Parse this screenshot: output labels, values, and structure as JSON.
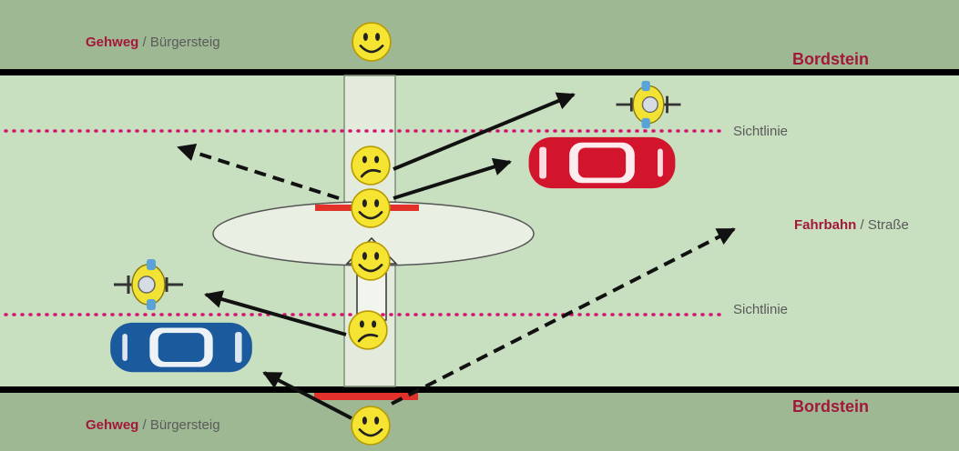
{
  "labels": {
    "sidewalk_top_strong": "Gehweg",
    "sidewalk_top_rest": " / Bürgersteig",
    "sidewalk_bottom_strong": "Gehweg",
    "sidewalk_bottom_rest": " / Bürgersteig",
    "curb_top": "Bordstein",
    "curb_bottom": "Bordstein",
    "road_strong": "Fahrbahn",
    "road_rest": " / Straße",
    "sightline_top": "Sichtlinie",
    "sightline_bottom": "Sichtlinie"
  },
  "colors": {
    "sidewalk": "#9fb894",
    "road": "#c8dfc0",
    "curb_line": "#000000",
    "sightline": "#d4156f",
    "stop_mark": "#e2302a",
    "car_red": "#d2152c",
    "car_blue": "#1b5a9c",
    "smiley": "#f5e431",
    "crosswalk": "#e2ebdc",
    "refuge_island": "#e9efe2",
    "accent_text": "#a3183a"
  },
  "icons": {
    "happy": "happy-smiley-icon",
    "sad": "sad-smiley-icon",
    "cyclist": "cyclist-icon",
    "car": "car-icon"
  }
}
